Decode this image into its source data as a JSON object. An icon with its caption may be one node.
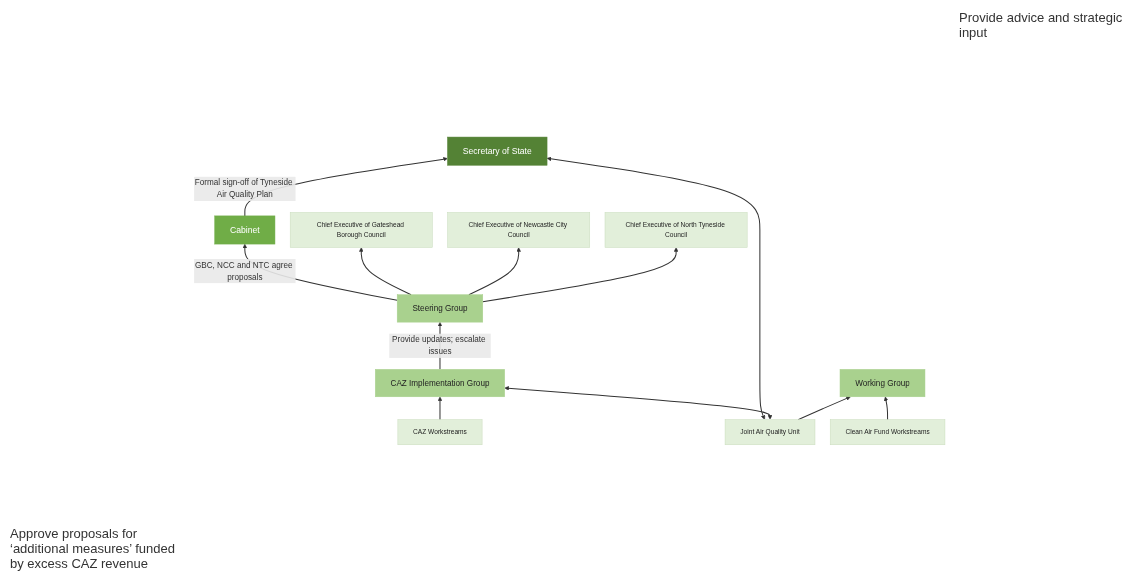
{
  "diagram": {
    "nodes": [
      {
        "text": [
          "Secretary of State"
        ]
      },
      {
        "text": [
          "Cabinet"
        ]
      },
      {
        "text": [
          "Steering Group"
        ]
      },
      {
        "text": [
          "CAZ Implementation Group"
        ]
      },
      {
        "text": [
          "Joint Air Quality Unit"
        ]
      },
      {
        "text": [
          "Working Group"
        ]
      },
      {
        "text": [
          "CAZ Workstreams"
        ]
      },
      {
        "text": [
          "Clean Air Fund Workstreams"
        ]
      },
      {
        "text": [
          "Chief Executive of Gateshead Borough Council"
        ]
      },
      {
        "text": [
          "Chief Executive of Newcastle City Council"
        ]
      },
      {
        "text": [
          "Chief Executive of North Tyneside Council"
        ]
      }
    ],
    "edges": [
      {
        "from": 1,
        "to": 0,
        "arrow": "to",
        "label": "Formal sign-off of Tyneside Air Quality Plan"
      },
      {
        "from": 2,
        "to": 1,
        "arrow": "to",
        "label": "GBC, NCC and NTC agree proposals"
      },
      {
        "from": 3,
        "to": 2,
        "arrow": "to",
        "label": "Provide updates; escalate issues"
      },
      {
        "from": 4,
        "to": 0,
        "arrow": "both"
      },
      {
        "from": 4,
        "to": 3,
        "arrow": "both"
      },
      {
        "from": 6,
        "to": 3,
        "arrow": "to"
      },
      {
        "from": 4,
        "to": 5,
        "arrow": "to"
      },
      {
        "from": 7,
        "to": 5,
        "arrow": "to"
      },
      {
        "from": 2,
        "to": 8,
        "arrow": "to"
      },
      {
        "from": 2,
        "to": 9,
        "arrow": "to"
      },
      {
        "from": 2,
        "to": 10,
        "arrow": "to"
      }
    ],
    "labels": [
      "Provide advice and strategic input",
      "Approve proposals for ‘additional measures’ funded by excess CAZ revenue"
    ]
  }
}
